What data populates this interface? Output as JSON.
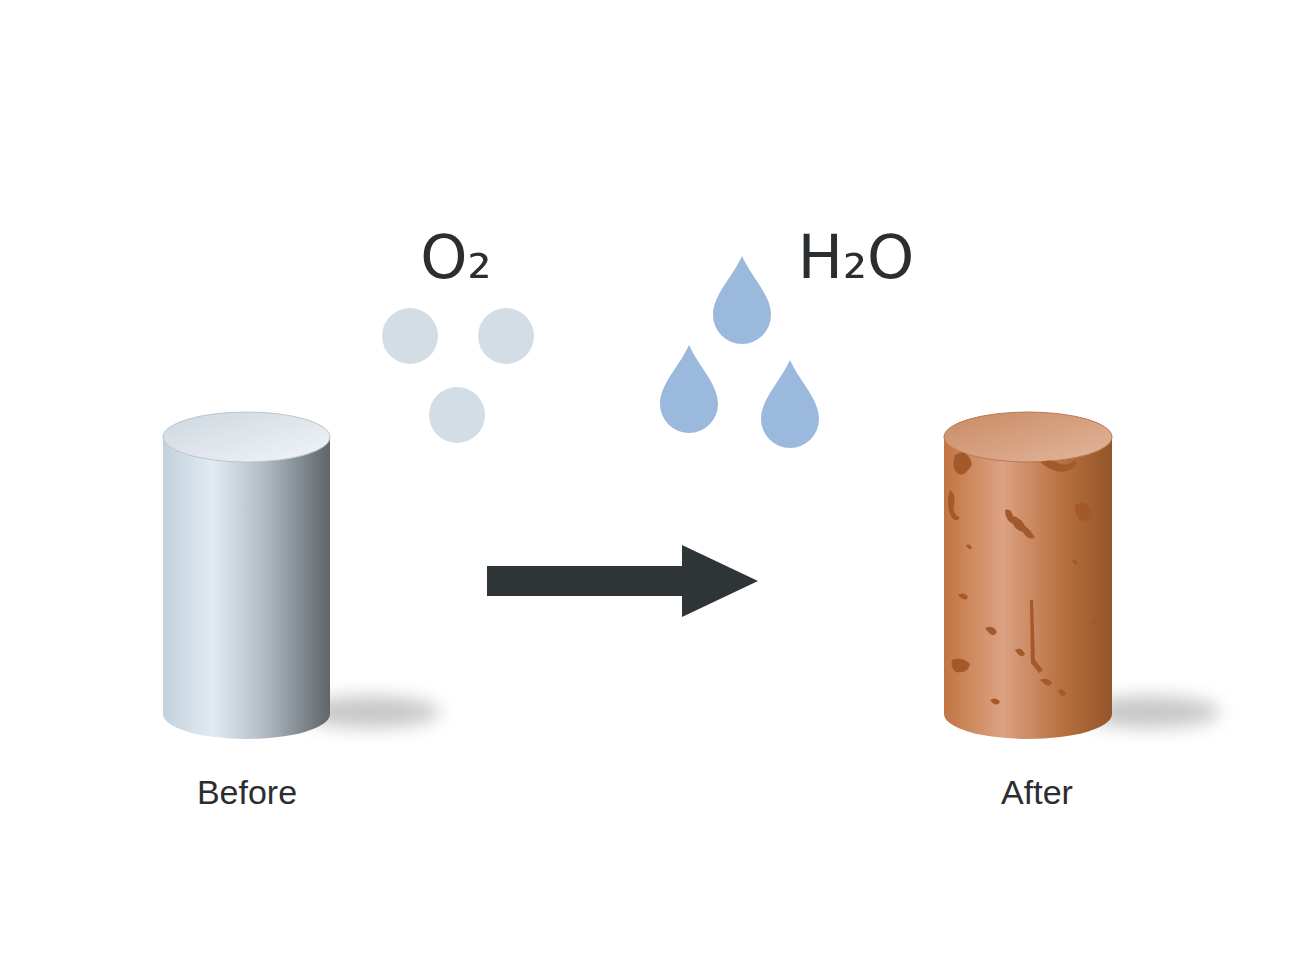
{
  "diagram": {
    "labels": [
      "O₂",
      "H₂O",
      "Before",
      "After"
    ]
  }
}
